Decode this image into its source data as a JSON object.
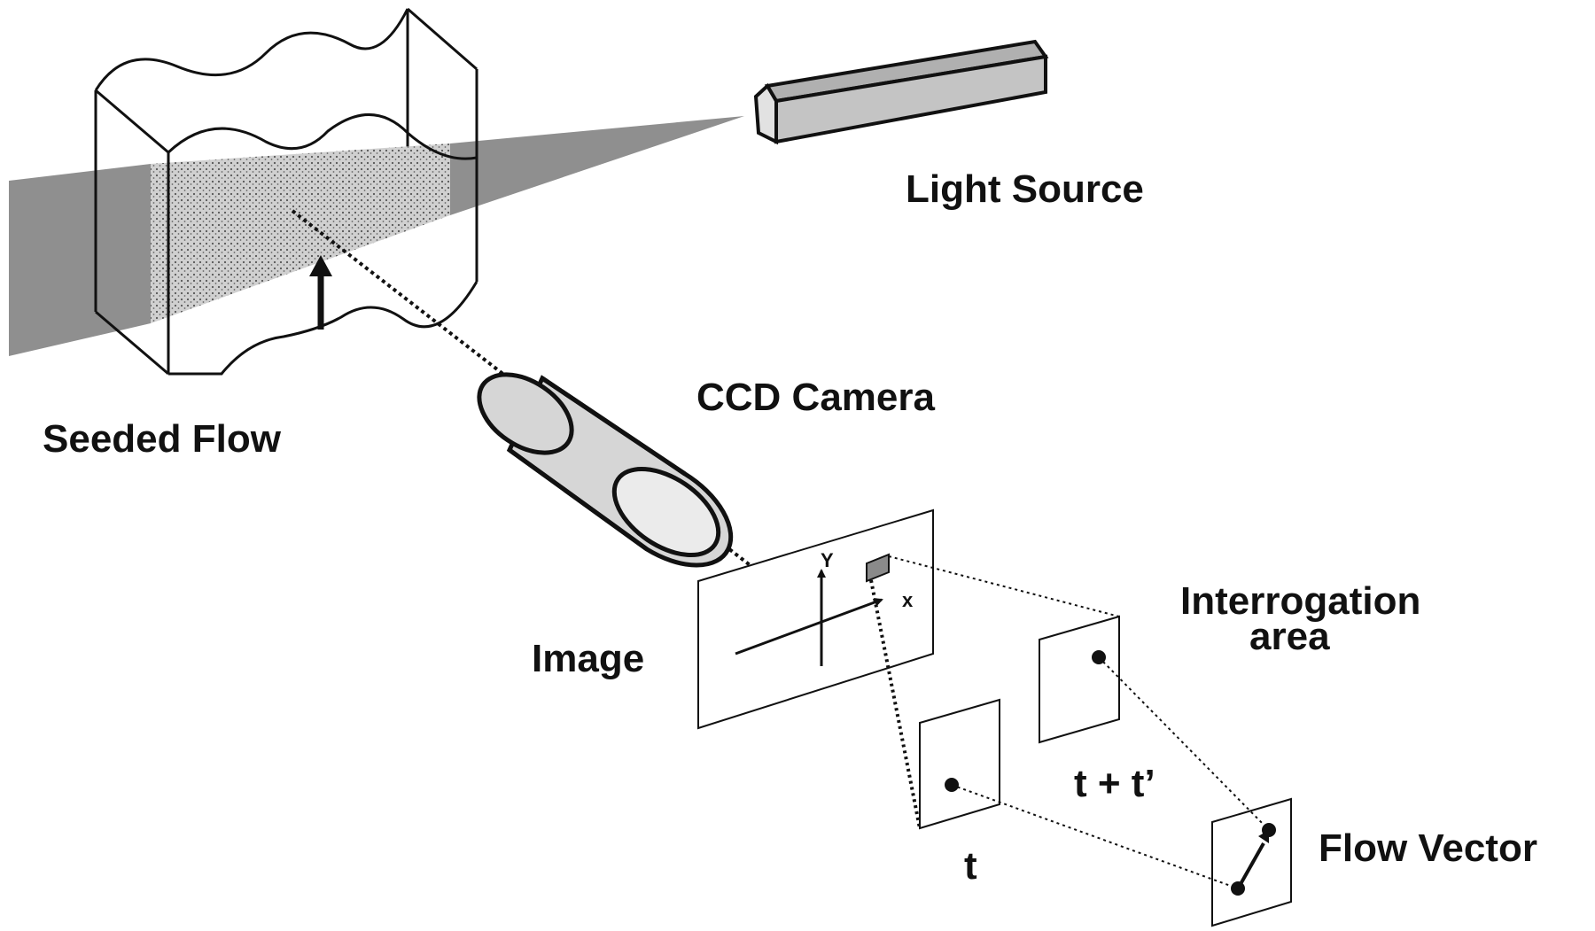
{
  "labels": {
    "light_source": "Light Source",
    "seeded_flow": "Seeded Flow",
    "ccd_camera": "CCD Camera",
    "image": "Image",
    "interrogation_area_line1": "Interrogation",
    "interrogation_area_line2": "area",
    "time_t": "t",
    "time_t_plus": "t + t’",
    "flow_vector": "Flow Vector",
    "axis_x": "x",
    "axis_y": "Y"
  },
  "colors": {
    "ink": "#111111",
    "laser_sheet": "#8f8f8f",
    "light_source_top": "#b0b0b0",
    "light_source_front": "#c4c4c4",
    "light_source_end": "#e2e2e2",
    "camera_body": "#d6d6d6",
    "camera_lens": "#ebebeb",
    "seeded_area": "#d0d0d0",
    "interrogation_patch": "#8a8a8a",
    "background": "#ffffff"
  }
}
